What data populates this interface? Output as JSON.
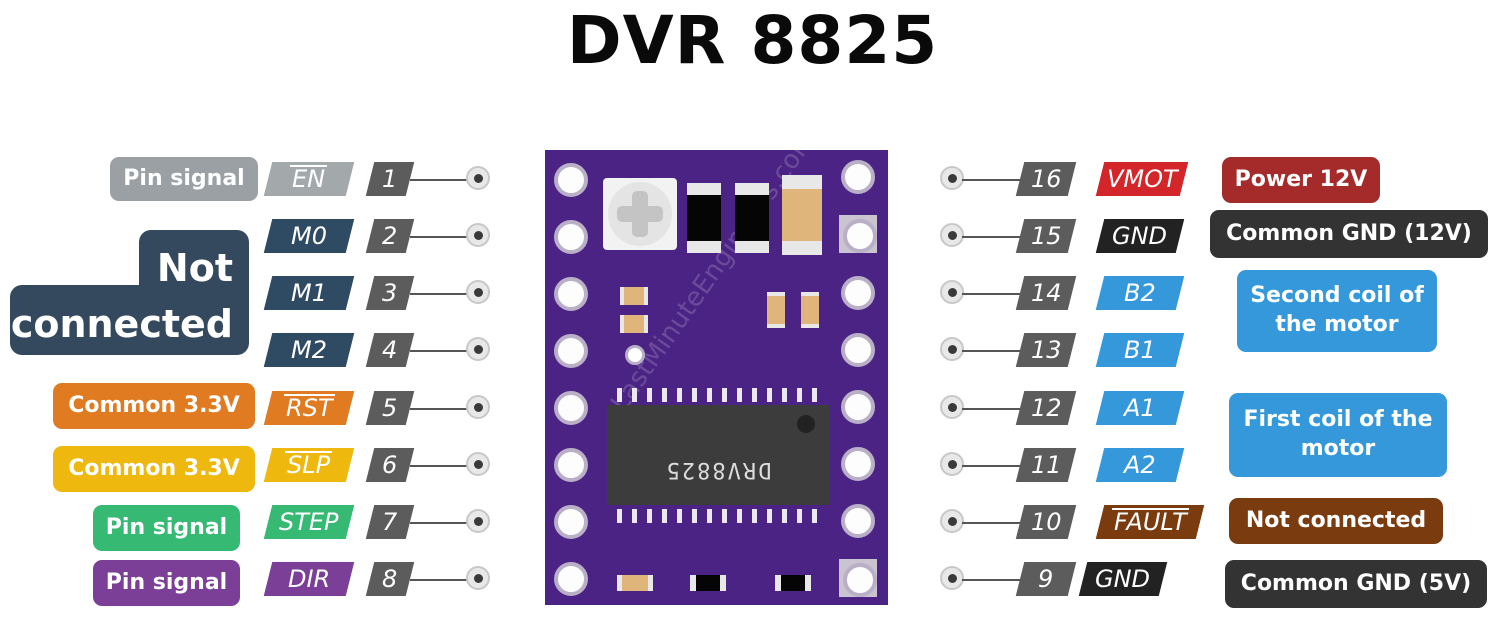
{
  "title": "DVR 8825",
  "colors": {
    "pin_number_bg": "#5c5c5c",
    "board": "#4b2384",
    "chip": "#3c3c3c"
  },
  "chip_label": "DRV8825",
  "watermark": "LastMinuteEngineers.com",
  "left_pins": [
    {
      "number": "1",
      "name": "EN",
      "overline": true,
      "color": "#a3a9ab"
    },
    {
      "number": "2",
      "name": "M0",
      "overline": false,
      "color": "#2f4a63"
    },
    {
      "number": "3",
      "name": "M1",
      "overline": false,
      "color": "#2f4a63"
    },
    {
      "number": "4",
      "name": "M2",
      "overline": false,
      "color": "#2f4a63"
    },
    {
      "number": "5",
      "name": "RST",
      "overline": true,
      "color": "#e07b22"
    },
    {
      "number": "6",
      "name": "SLP",
      "overline": true,
      "color": "#eeb80f"
    },
    {
      "number": "7",
      "name": "STEP",
      "overline": false,
      "color": "#35b973"
    },
    {
      "number": "8",
      "name": "DIR",
      "overline": false,
      "color": "#7b3f98"
    }
  ],
  "right_pins": [
    {
      "number": "16",
      "name": "VMOT",
      "overline": false,
      "color": "#d3262b"
    },
    {
      "number": "15",
      "name": "GND",
      "overline": false,
      "color": "#222222"
    },
    {
      "number": "14",
      "name": "B2",
      "overline": false,
      "color": "#3498db"
    },
    {
      "number": "13",
      "name": "B1",
      "overline": false,
      "color": "#3498db"
    },
    {
      "number": "12",
      "name": "A1",
      "overline": false,
      "color": "#3498db"
    },
    {
      "number": "11",
      "name": "A2",
      "overline": false,
      "color": "#3498db"
    },
    {
      "number": "10",
      "name": "FAULT",
      "overline": true,
      "color": "#7a3b0f"
    },
    {
      "number": "9",
      "name": "GND",
      "overline": false,
      "color": "#222222"
    }
  ],
  "left_notes": [
    {
      "text": "Pin signal",
      "color": "#9aa0a3"
    },
    {
      "text": "Not\nconnected",
      "color": "#34495e"
    },
    {
      "text": "Common 3.3V",
      "color": "#e07b22"
    },
    {
      "text": "Common 3.3V",
      "color": "#eeb80f"
    },
    {
      "text": "Pin signal",
      "color": "#35b973"
    },
    {
      "text": "Pin signal",
      "color": "#7b3f98"
    }
  ],
  "right_notes": [
    {
      "text": "Power 12V",
      "color": "#a52a2a"
    },
    {
      "text": "Common GND (12V)",
      "color": "#333333"
    },
    {
      "text": "Second coil of the motor",
      "color": "#3498db"
    },
    {
      "text": "First coil of the motor",
      "color": "#3498db"
    },
    {
      "text": "Not connected",
      "color": "#7a3b0f"
    },
    {
      "text": "Common GND (5V)",
      "color": "#333333"
    }
  ]
}
